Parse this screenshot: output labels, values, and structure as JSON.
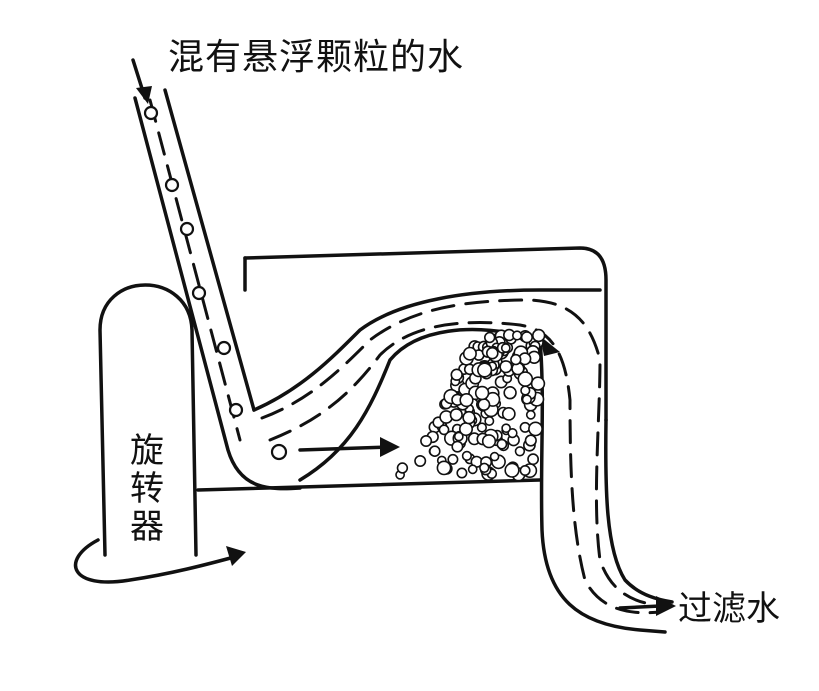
{
  "labels": {
    "input_water": "混有悬浮颗粒的水",
    "filtered_water": "过滤水",
    "rotator": "旋转器"
  },
  "icons": [
    "flow-arrow-icon",
    "particle-icon"
  ],
  "colors": {
    "ink": "#111111",
    "background": "#ffffff"
  }
}
